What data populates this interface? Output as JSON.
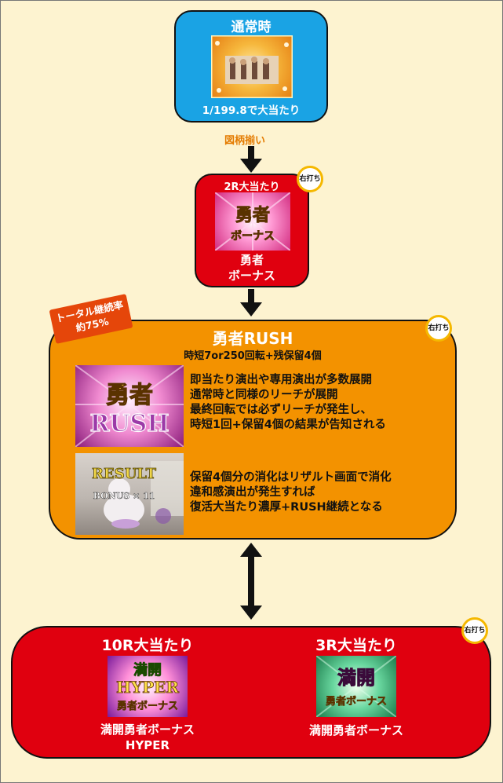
{
  "normal": {
    "title": "通常時",
    "probability": "1/199.8で大当たり"
  },
  "transition_label": "図柄揃い",
  "bonus2r": {
    "title": "2R大当たり",
    "thumb_text": "勇者ボーナス",
    "name": "勇者\nボーナス",
    "right_shot": "右打ち"
  },
  "continuation_badge": {
    "line1": "トータル継続率",
    "line2": "約75%"
  },
  "rush": {
    "title": "勇者RUSH",
    "subtitle": "時短7or250回転+残保留4個",
    "right_shot": "右打ち",
    "thumb1_text": "勇者RUSH",
    "thumb2_text": "RESULT BONUS × 11",
    "desc1": [
      "即当たり演出や専用演出が多数展開",
      "通常時と同様のリーチが展開",
      "最終回転では必ずリーチが発生し、",
      "時短1回+保留4個の結果が告知される"
    ],
    "desc2": [
      "保留4個分の消化はリザルト画面で消化",
      "違和感演出が発生すれば",
      "復活大当たり濃厚+RUSH継続となる"
    ]
  },
  "bottom": {
    "right_shot": "右打ち",
    "left": {
      "title": "10R大当たり",
      "thumb_text": "満開 HYPER 勇者ボーナス",
      "name_line1": "満開勇者ボーナス",
      "name_line2": "HYPER"
    },
    "right": {
      "title": "3R大当たり",
      "thumb_text": "満開 勇者ボーナス",
      "name": "満開勇者ボーナス"
    }
  },
  "colors": {
    "blue": "#1aa3e4",
    "red": "#e0000f",
    "orange": "#f39200",
    "label_orange": "#e47b00",
    "background": "#fdf3d0"
  }
}
